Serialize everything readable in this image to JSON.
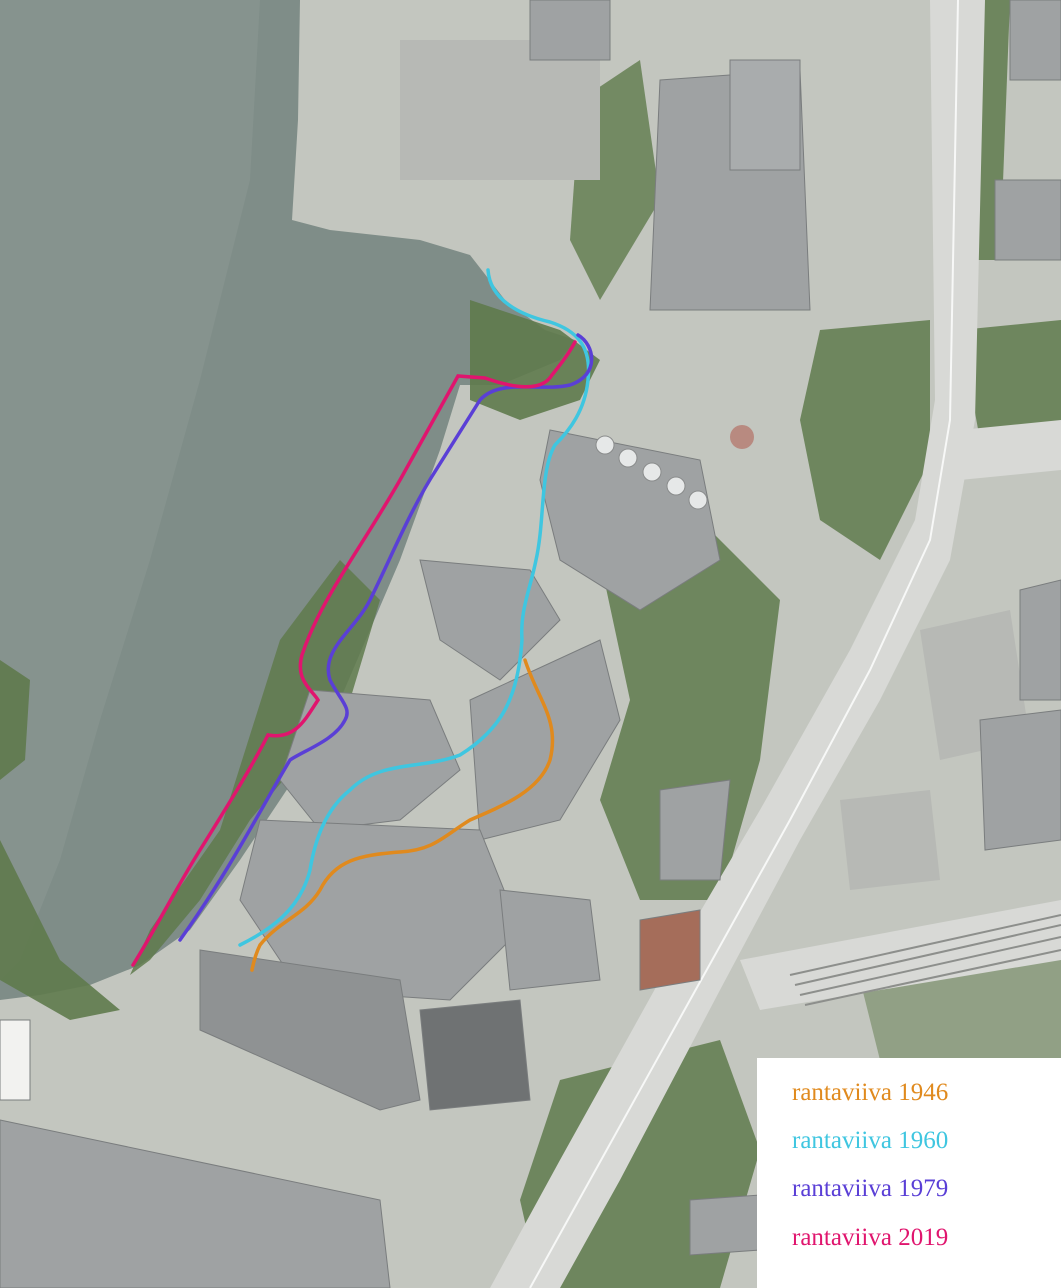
{
  "map": {
    "type": "aerial-photo",
    "colors": {
      "water": "#7f8d88",
      "land": "#c3c6bf",
      "vegetation": "#5f7a4c",
      "roof": "#9fa2a3",
      "road": "#d8d9d6"
    }
  },
  "shorelines": [
    {
      "label": "rantaviiva 1946",
      "year": 1946,
      "color": "#e08a1e"
    },
    {
      "label": "rantaviiva 1960",
      "year": 1960,
      "color": "#3fc6e0"
    },
    {
      "label": "rantaviiva 1979",
      "year": 1979,
      "color": "#5a3fd6"
    },
    {
      "label": "rantaviiva 2019",
      "year": 2019,
      "color": "#e0156e"
    }
  ]
}
